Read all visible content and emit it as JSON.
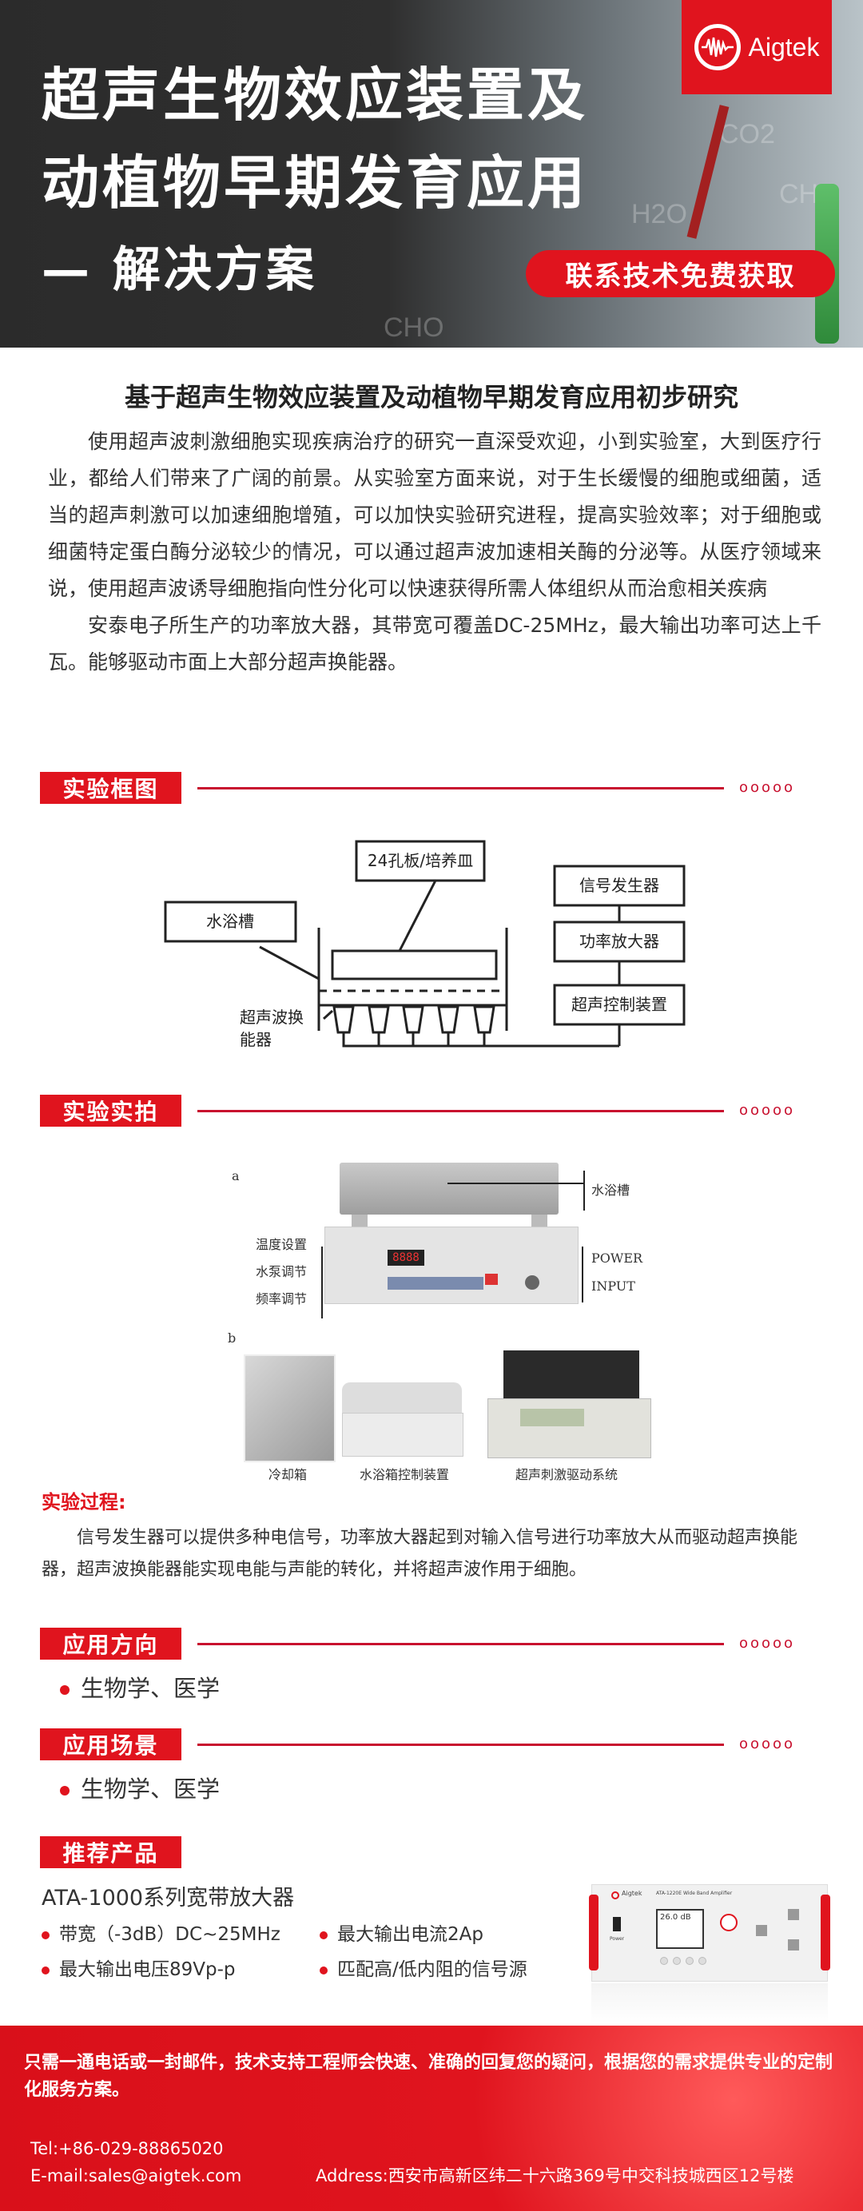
{
  "hero": {
    "title_line1": "超声生物效应装置及",
    "title_line2": "动植物早期发育应用",
    "title_line3": "— 解决方案",
    "cta_button": "联系技术免费获取",
    "logo_text": "Aigtek",
    "background_labels": [
      "CO2",
      "CHO",
      "H2O",
      "CHO"
    ]
  },
  "intro": {
    "title": "基于超声生物效应装置及动植物早期发育应用初步研究",
    "paragraphs": [
      "使用超声波刺激细胞实现疾病治疗的研究一直深受欢迎，小到实验室，大到医疗行业，都给人们带来了广阔的前景。从实验室方面来说，对于生长缓慢的细胞或细菌，适当的超声刺激可以加速细胞增殖，可以加快实验研究进程，提高实验效率；对于细胞或细菌特定蛋白酶分泌较少的情况，可以通过超声波加速相关酶的分泌等。从医疗领域来说，使用超声波诱导细胞指向性分化可以快速获得所需人体组织从而治愈相关疾病",
      "安泰电子所生产的功率放大器，其带宽可覆盖DC-25MHz，最大输出功率可达上千瓦。能够驱动市面上大部分超声换能器。"
    ]
  },
  "section_dots": "ooooo",
  "diagram": {
    "section_label": "实验框图",
    "plate": "24孔板/培养皿",
    "water_bath": "水浴槽",
    "transducer_line1": "超声波换",
    "transducer_line2": "能器",
    "signal_generator": "信号发生器",
    "power_amplifier": "功率放大器",
    "ultrasound_controller": "超声控制装置"
  },
  "photos": {
    "section_label": "实验实拍",
    "a": "a",
    "b": "b",
    "water_bath": "水浴槽",
    "temp_setting": "温度设置",
    "pump_adjust": "水泵调节",
    "freq_adjust": "频率调节",
    "power": "POWER",
    "input": "INPUT",
    "display": "8888",
    "cooling_box": "冷却箱",
    "bath_controller": "水浴箱控制装置",
    "drive_system": "超声刺激驱动系统"
  },
  "process": {
    "title": "实验过程:",
    "text": "信号发生器可以提供多种电信号，功率放大器起到对输入信号进行功率放大从而驱动超声换能器，超声波换能器能实现电能与声能的转化，并将超声波作用于细胞。"
  },
  "direction": {
    "section_label": "应用方向",
    "items": [
      "生物学、医学"
    ]
  },
  "scenario": {
    "section_label": "应用场景",
    "items": [
      "生物学、医学"
    ]
  },
  "product": {
    "section_label": "推荐产品",
    "name": "ATA-1000系列宽带放大器",
    "specs": [
      "带宽（-3dB）DC~25MHz",
      "最大输出电流2Ap",
      "最大输出电压89Vp-p",
      "匹配高/低内阻的信号源"
    ],
    "device_brand": "Aigtek",
    "device_model": "ATA-1220E Wide Band Amplifier",
    "device_screen": "26.0 dB",
    "device_power_label": "Power"
  },
  "footer": {
    "message": "只需一通电话或一封邮件，技术支持工程师会快速、准确的回复您的疑问，根据您的需求提供专业的定制化服务方案。",
    "tel": "Tel:+86-029-88865020",
    "email": "E-mail:sales@aigtek.com",
    "address": "Address:西安市高新区纬二十六路369号中交科技城西区12号楼"
  },
  "colors": {
    "brand_red": "#e0141e",
    "line_red": "#c8102e",
    "hero_dark": "#2b2b2b"
  }
}
